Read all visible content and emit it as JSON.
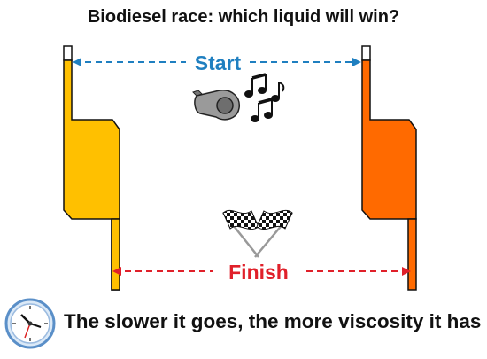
{
  "title": "Biodiesel race: which liquid will win?",
  "start_label": "Start",
  "finish_label": "Finish",
  "caption": "The slower it goes, the more viscosity it has",
  "colors": {
    "left_liquid": "#FFC000",
    "right_liquid": "#FF6A00",
    "start": "#1F7FC0",
    "finish": "#E0202A",
    "outline": "#111111"
  },
  "icons": {
    "whistle": "whistle-icon",
    "notes": "music-notes-icon",
    "flags": "checkered-flags-icon",
    "clock": "clock-icon"
  }
}
